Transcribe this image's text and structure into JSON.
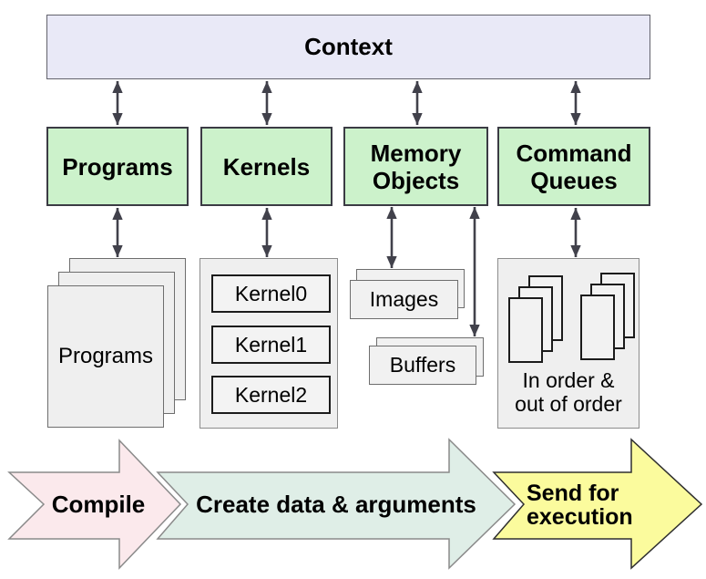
{
  "context": {
    "label": "Context",
    "fill": "#e9e9f7"
  },
  "components": {
    "fill": "#ccf2cb",
    "programs": {
      "label": "Programs"
    },
    "kernels": {
      "label": "Kernels"
    },
    "memory_objects": {
      "label": "Memory Objects"
    },
    "command_queues": {
      "label": "Command Queues"
    }
  },
  "details": {
    "programs_stack_label": "Programs",
    "kernel_items": [
      "Kernel0",
      "Kernel1",
      "Kernel2"
    ],
    "images_label": "Images",
    "buffers_label": "Buffers",
    "queue_mode_line1": "In order &",
    "queue_mode_line2": "out of order"
  },
  "flow": {
    "compile": {
      "label": "Compile",
      "fill": "#fbe9ec"
    },
    "create": {
      "label": "Create data & arguments",
      "fill": "#dfeee7"
    },
    "send": {
      "label_line1": "Send for",
      "label_line2": "execution",
      "fill": "#fbfb9d"
    }
  },
  "connector_color": "#41414b"
}
